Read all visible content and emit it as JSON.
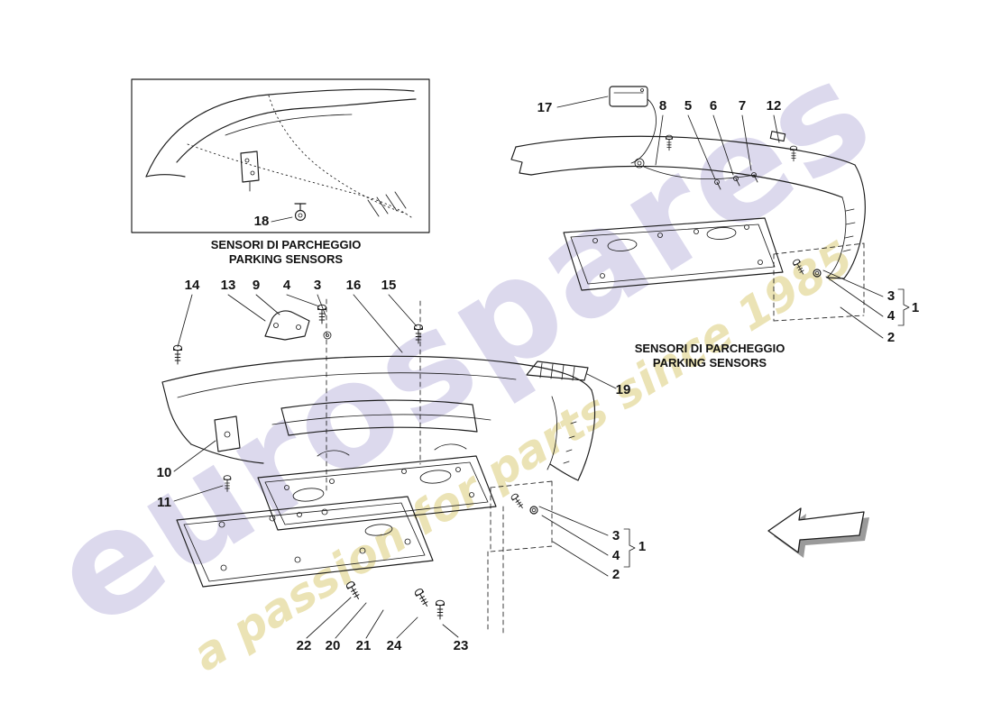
{
  "watermark": {
    "brand": "eurospares",
    "tagline": "a passion for parts since 1985",
    "brand_color": "#d6d3eb",
    "tagline_color": "#e9e0ae"
  },
  "inset": {
    "caption_line1": "SENSORI DI PARCHEGGIO",
    "caption_line2": "PARKING SENSORS",
    "callouts": {
      "sensor": "18"
    }
  },
  "upper_diagram": {
    "caption_line1": "SENSORI DI PARCHEGGIO",
    "caption_line2": "PARKING SENSORS",
    "callouts": {
      "ecu": "17",
      "harness": "8",
      "sensor_left": "5",
      "sensor_mid": "6",
      "sensor_right": "7",
      "clip": "12",
      "group_item_a": "3",
      "group_item_b": "4",
      "group_ref": "1",
      "fastener": "2"
    }
  },
  "main_diagram": {
    "callouts": {
      "screw_left": "14",
      "bracket_screw": "13",
      "bracket": "9",
      "bolt": "4",
      "washer": "3",
      "clip_screw": "16",
      "clip": "15",
      "trim": "19",
      "side_bracket": "10",
      "side_screw": "11",
      "group_item_a": "3",
      "group_item_b": "4",
      "group_ref": "1",
      "fastener": "2",
      "panel_screw_a": "22",
      "panel_b": "20",
      "panel_a": "21",
      "panel_screw_b": "24",
      "panel_screw_c": "23"
    }
  }
}
